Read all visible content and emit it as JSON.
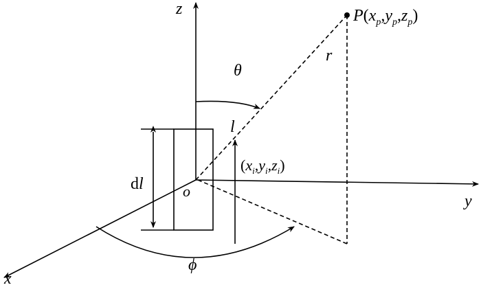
{
  "labels": {
    "z": "z",
    "y": "y",
    "x": "x",
    "o": "o",
    "r": "r",
    "theta": "θ",
    "phi": "ϕ",
    "l": "l",
    "dl_d": "d",
    "dl_l": "l",
    "point_p": {
      "P": "P",
      "open": "(",
      "x": "x",
      "y": "y",
      "z": "z",
      "sub": "p",
      "comma": ",",
      "close": ")"
    },
    "point_i": {
      "open": "(",
      "x": "x",
      "y": "y",
      "z": "z",
      "sub": "i",
      "comma": ",",
      "close": ")"
    }
  }
}
